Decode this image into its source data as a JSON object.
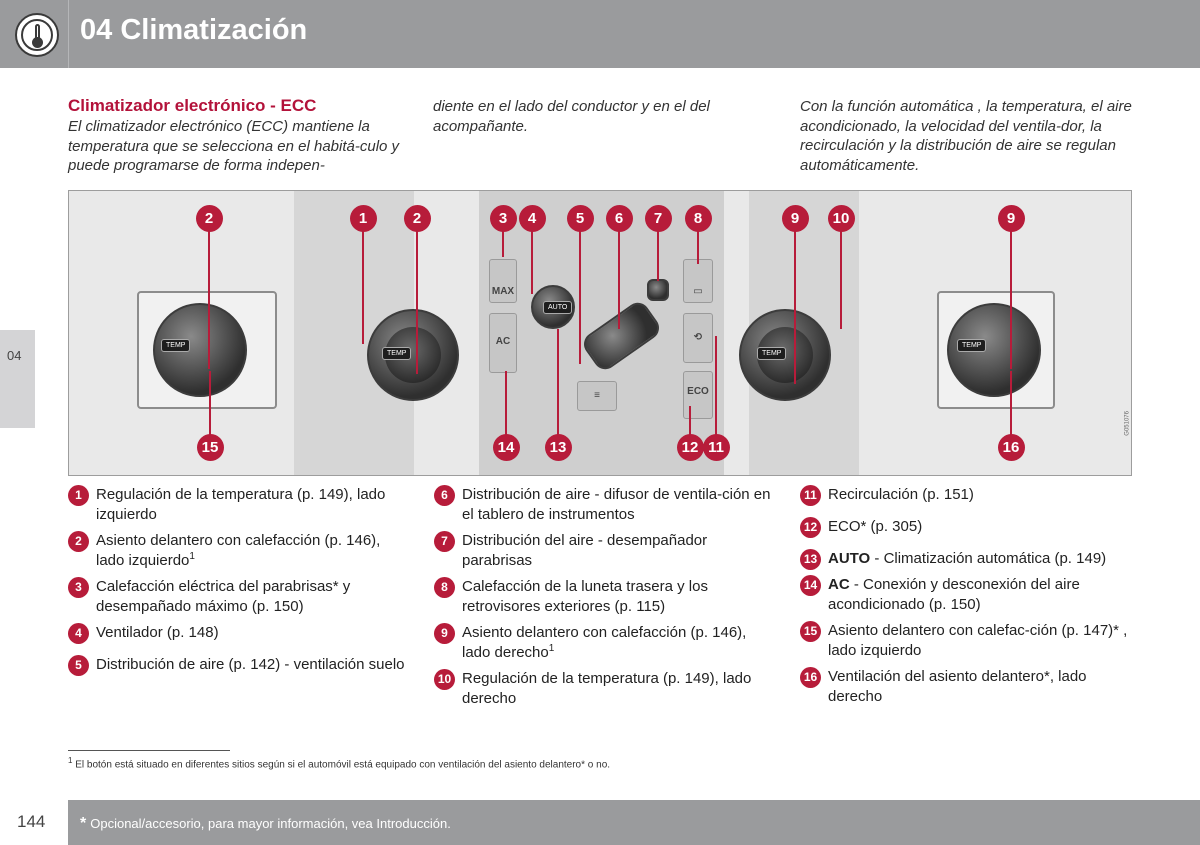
{
  "header": {
    "title": "04 Climatización",
    "icon": "thermometer-icon"
  },
  "side_tab": {
    "label": "04"
  },
  "intro": {
    "section_title": "Climatizador electrónico - ECC",
    "col1": "El climatizador electrónico (ECC) mantiene la temperatura que se selecciona en el habitá-culo y puede programarse de forma indepen-",
    "col2": "diente en el lado del conductor y en el del acompañante.",
    "col3": "Con la función automática , la temperatura, el aire acondicionado, la velocidad del ventila-dor, la recirculación y la distribución de aire se regulan automáticamente."
  },
  "figure": {
    "code": "G051076",
    "buttons": {
      "max": "MAX",
      "ac": "AC",
      "auto": "AUTO",
      "eco": "ECO",
      "temp": "TEMP"
    },
    "callouts": [
      {
        "n": "2"
      },
      {
        "n": "1"
      },
      {
        "n": "2"
      },
      {
        "n": "3"
      },
      {
        "n": "4"
      },
      {
        "n": "5"
      },
      {
        "n": "6"
      },
      {
        "n": "7"
      },
      {
        "n": "8"
      },
      {
        "n": "9"
      },
      {
        "n": "10"
      },
      {
        "n": "9"
      },
      {
        "n": "15"
      },
      {
        "n": "14"
      },
      {
        "n": "13"
      },
      {
        "n": "12"
      },
      {
        "n": "11"
      },
      {
        "n": "16"
      }
    ]
  },
  "legend": {
    "col1": [
      {
        "n": "1",
        "text": "Regulación de la temperatura (p. 149), lado izquierdo"
      },
      {
        "n": "2",
        "text": "Asiento delantero con calefacción (p. 146), lado izquierdo",
        "sup": "1"
      },
      {
        "n": "3",
        "text": "Calefacción eléctrica del parabrisas* y desempañado máximo (p. 150)"
      },
      {
        "n": "4",
        "text": "Ventilador (p. 148)"
      },
      {
        "n": "5",
        "text": "Distribución de aire (p. 142) - ventilación suelo"
      }
    ],
    "col2": [
      {
        "n": "6",
        "text": "Distribución de aire - difusor de ventila-ción en el tablero de instrumentos"
      },
      {
        "n": "7",
        "text": "Distribución del aire - desempañador parabrisas"
      },
      {
        "n": "8",
        "text": "Calefacción de la luneta trasera y los retrovisores exteriores (p. 115)"
      },
      {
        "n": "9",
        "text": "Asiento delantero con calefacción (p. 146), lado derecho",
        "sup": "1"
      },
      {
        "n": "10",
        "text": "Regulación de la temperatura (p. 149), lado derecho"
      }
    ],
    "col3": [
      {
        "n": "11",
        "text": "Recirculación (p. 151)"
      },
      {
        "n": "12",
        "text": "ECO* (p. 305)"
      },
      {
        "n": "13",
        "bold": "AUTO",
        "text": " - Climatización automática (p. 149)"
      },
      {
        "n": "14",
        "bold": "AC",
        "text": " - Conexión y desconexión del aire acondicionado (p. 150)"
      },
      {
        "n": "15",
        "text": "Asiento delantero con calefac-ción (p. 147)* , lado izquierdo"
      },
      {
        "n": "16",
        "text": "Ventilación del asiento delantero*, lado derecho"
      }
    ]
  },
  "footnote": {
    "mark": "1",
    "text": "El botón está situado en diferentes sitios según si el automóvil está equipado con ventilación del asiento delantero* o no."
  },
  "footer": {
    "page": "144",
    "star": "*",
    "note": "Opcional/accesorio, para mayor información, vea Introducción."
  }
}
